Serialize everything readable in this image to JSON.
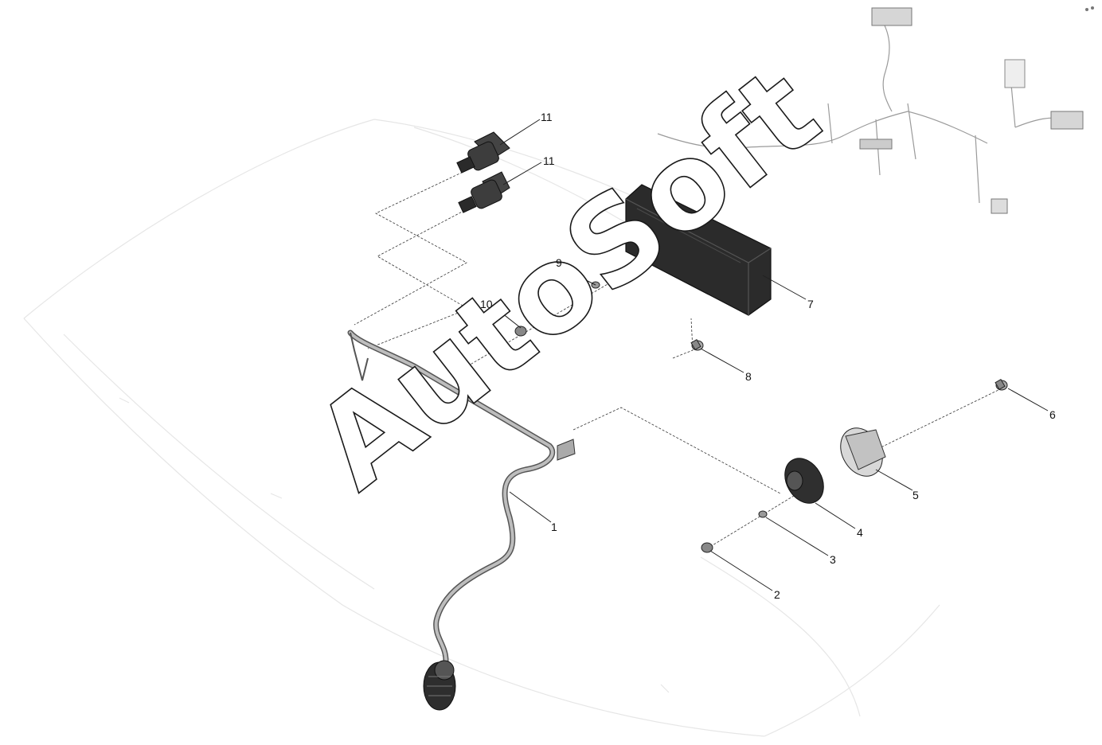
{
  "watermark": "AutoSoft",
  "callouts": [
    {
      "id": "1",
      "label": "1"
    },
    {
      "id": "2",
      "label": "2"
    },
    {
      "id": "3",
      "label": "3"
    },
    {
      "id": "4",
      "label": "4"
    },
    {
      "id": "5",
      "label": "5"
    },
    {
      "id": "6",
      "label": "6"
    },
    {
      "id": "7",
      "label": "7"
    },
    {
      "id": "8",
      "label": "8"
    },
    {
      "id": "9",
      "label": "9"
    },
    {
      "id": "10",
      "label": "10"
    },
    {
      "id": "11a",
      "label": "11"
    },
    {
      "id": "11b",
      "label": "11"
    }
  ]
}
